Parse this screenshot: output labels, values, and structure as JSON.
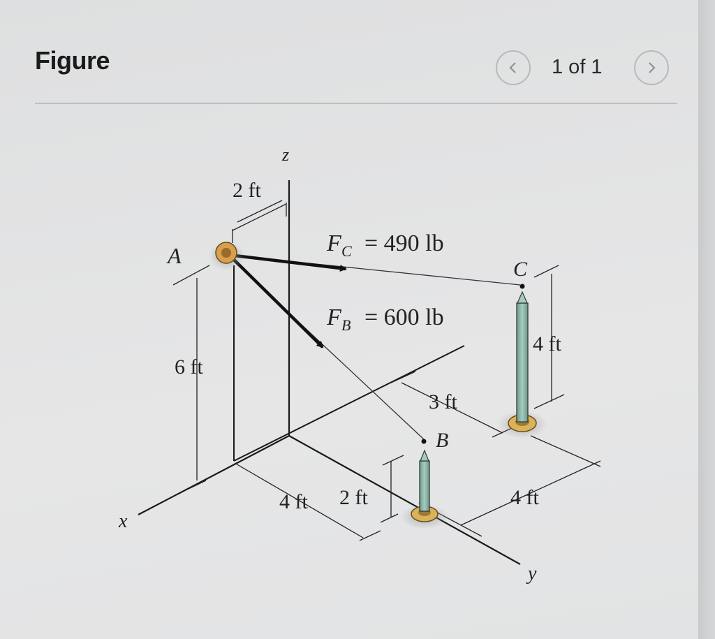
{
  "header": {
    "title": "Figure",
    "pager": "1 of 1",
    "prev_icon": "chevron-left-icon",
    "next_icon": "chevron-right-icon"
  },
  "figure": {
    "axis_z": "z",
    "axis_x": "x",
    "axis_y": "y",
    "point_a": "A",
    "point_b": "B",
    "point_c": "C",
    "force_c_symbol": "F",
    "force_c_sub": "C",
    "force_c_value": "= 490 lb",
    "force_b_symbol": "F",
    "force_b_sub": "B",
    "force_b_value": "= 600 lb",
    "dim_2ft_top": "2 ft",
    "dim_6ft": "6 ft",
    "dim_4ft_c": "4 ft",
    "dim_3ft": "3 ft",
    "dim_4ft_bottom_left": "4 ft",
    "dim_2ft_bottom": "2 ft",
    "dim_4ft_bottom_right": "4 ft"
  },
  "colors": {
    "post": "#8fb7a9",
    "base": "#d8b35a",
    "lines": "#1a1a1a"
  }
}
